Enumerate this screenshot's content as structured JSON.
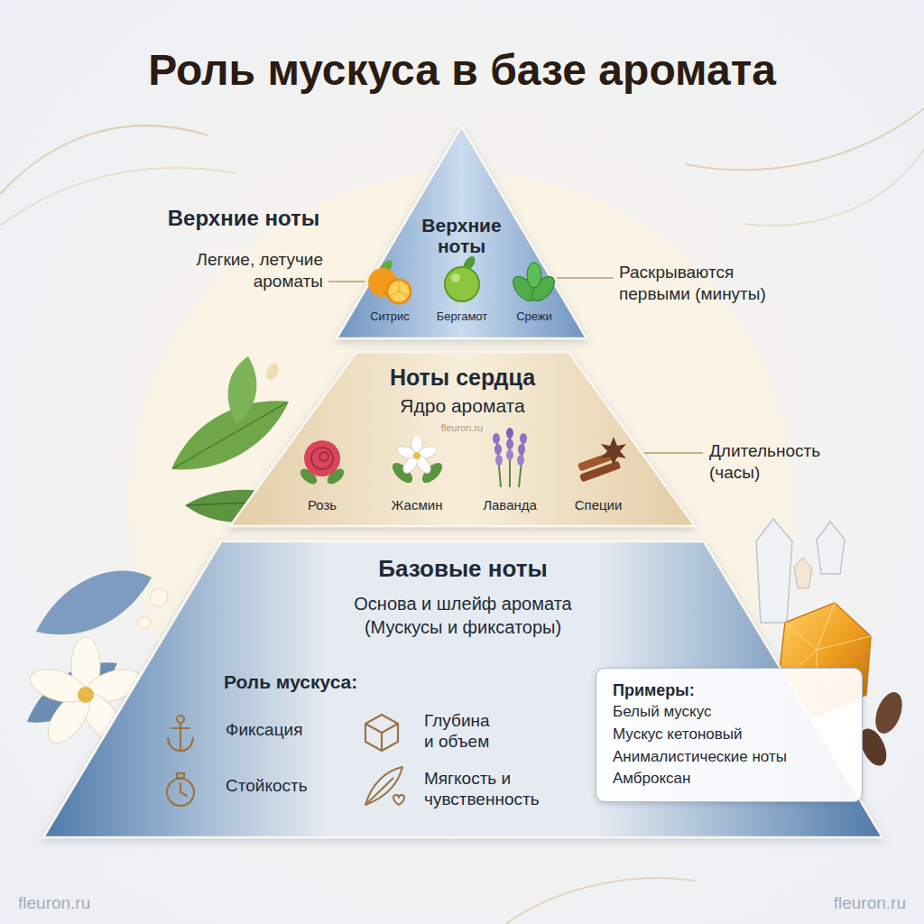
{
  "diagram": {
    "title": "Роль мускуса в базе аромата",
    "nodes": [
      {
        "text": [
          "Верхние ноты"
        ]
      },
      {
        "text": [
          "Ноты сердца",
          "Ядро аромата"
        ]
      },
      {
        "text": [
          "Базовые ноты",
          "Основа и шлейф аромата (Мускусы и фиксаторы)"
        ]
      },
      {
        "text": [
          "Примеры:",
          "Белый мускус",
          "Мускус кетоновый",
          "Анималистические ноты",
          "Амброксан"
        ],
        "in": 2
      }
    ],
    "labels": [
      "Верхние ноты",
      "Легкие, летучие ароматы",
      "Ситрис",
      "Бергамот",
      "Срежи",
      "Раскрываются первыми (минуты)",
      "fleuron.ru",
      "Розь",
      "Жасмин",
      "Лаванда",
      "Специи",
      "Длительность (часы)",
      "Роль мускуса:",
      "Фиксация",
      "Глубина и объем",
      "Стойкость",
      "Мягкость и чувственность",
      "fleuron.ru",
      "fleuron.ru"
    ]
  }
}
